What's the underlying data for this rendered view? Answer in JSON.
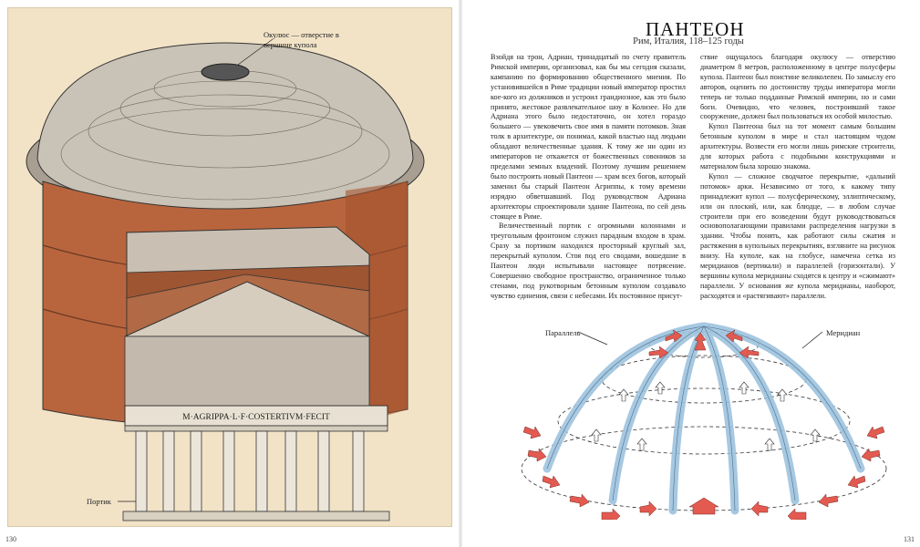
{
  "spread": {
    "left_page_number": "130",
    "right_page_number": "131"
  },
  "illustration": {
    "oculus_label": "Окулюс — отверстие в вершине купола",
    "portico_label": "Портик",
    "inscription": "M·AGRIPPA·L·F·COSTERTIVM·FECIT"
  },
  "article": {
    "title": "ПАНТЕОН",
    "subtitle": "Рим, Италия, 118–125 годы",
    "column1": [
      "Взойдя на трон, Адриан, тринадцатый по счету правитель Римской империи, организовал, как бы мы сегодня сказали, кампанию по формированию общественного мнения. По установившейся в Риме традиции новый император простил кое-кого из должников и устроил грандиозное, как это было принято, жестокое развлекательное шоу в Колизее. Но для Адриана этого было недостаточно, он хотел гораздо большего — увековечить свое имя в памяти потомков. Зная толк в архитектуре, он понимал, какой властью над людьми обладают величественные здания. К тому же ни один из императоров не откажется от божественных совоников за пределами земных владений. Поэтому лучшим решением было построить новый Пантеон — храм всех богов, который заменил бы старый Пантеон Агриппы, к тому времени изрядно обветшавший. Под руководством Адриана архитекторы спроектировали здание Пантеона, по сей день стоящее в Риме.",
      "Величественный портик с огромными колоннами и треугольным фронтоном служил парадным входом в храм. Сразу за портиком находился просторный круглый зал, перекрытый куполом. Стоя под его сводами, вошедшие в Пантеон люди испытывали настоящее потрясение. Совершенно свободное пространство, ограниченное только стенами, под рукотворным бетонным куполом создавало чувство единения, связи с небесами. Их постоянное присут-"
    ],
    "column2": [
      "ствие ощущалось благодаря окулюсу — отверстию диаметром 8 метров, расположенному в центре полусферы купола. Пантеон был поистине великолепен. По замыслу его авторов, оценить по достоинству труды императора могли теперь не только подданные Римской империи, но и сами боги. Очевидно, что человек, построивший такое сооружение, должен был пользоваться их особой милостью.",
      "Купол Пантеона был на тот момент самым большим бетонным куполом в мире и стал настоящим чудом архитектуры. Возвести его могли лишь римские строители, для которых работа с подобными конструкциями и материалом была хорошо знакома.",
      "Купол — сложное сводчатое перекрытие, «дальний потомок» арки. Независимо от того, к какому типу принадлежит купол — полусферическому, эллиптическому, или он плоский, или, как блюдце, — в любом случае строители при его возведении будут руководствоваться основополагающими правилами распределения нагрузки в здании. Чтобы понять, как работают силы сжатия и растяжения в купольных перекрытиях, взгляните на рисунок внизу. На куполе, как на глобусе, намечена сетка из меридианов (вертикали) и параллелей (горизонтали). У вершины купола меридианы сходятся к центру и «сжимают» параллели. У основания же купола меридианы, наоборот, расходятся и «растягивают» параллели."
    ]
  },
  "diagram": {
    "parallel_label": "Параллель",
    "meridian_label": "Меридиан"
  },
  "colors": {
    "paper_tint": "#f2e3c7",
    "brick": "#b8653e",
    "dome_gray": "#bdb6aa",
    "arrow_red": "#e35a50",
    "arrow_blue": "#9ec3de"
  }
}
